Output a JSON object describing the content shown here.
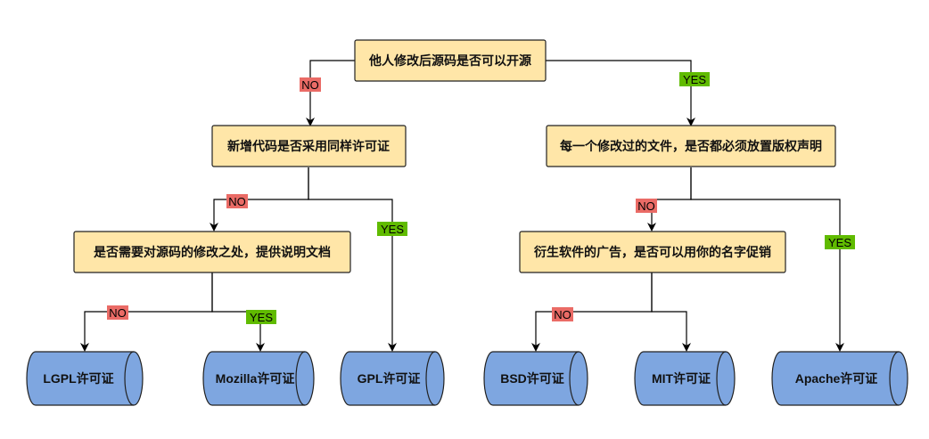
{
  "colors": {
    "decision_fill": "#ffe6a8",
    "decision_stroke": "#222222",
    "leaf_fill": "#7ea6e0",
    "leaf_stroke": "#222222",
    "no_tag": "#ea6b66",
    "yes_tag": "#60bb00",
    "edge": "#000000"
  },
  "decisions": {
    "root": "他人修改后源码是否可以开源",
    "same_license": "新增代码是否采用同样许可证",
    "modified_file_notice": "每一个修改过的文件，是否都必须放置版权声明",
    "document_changes": "是否需要对源码的修改之处，提供说明文档",
    "promote_name": "衍生软件的广告，是否可以用你的名字促销"
  },
  "licenses": {
    "lgpl": "LGPL许可证",
    "mozilla": "Mozilla许可证",
    "gpl": "GPL许可证",
    "bsd": "BSD许可证",
    "mit": "MIT许可证",
    "apache": "Apache许可证"
  },
  "labels": {
    "no": "NO",
    "yes": "YES"
  }
}
